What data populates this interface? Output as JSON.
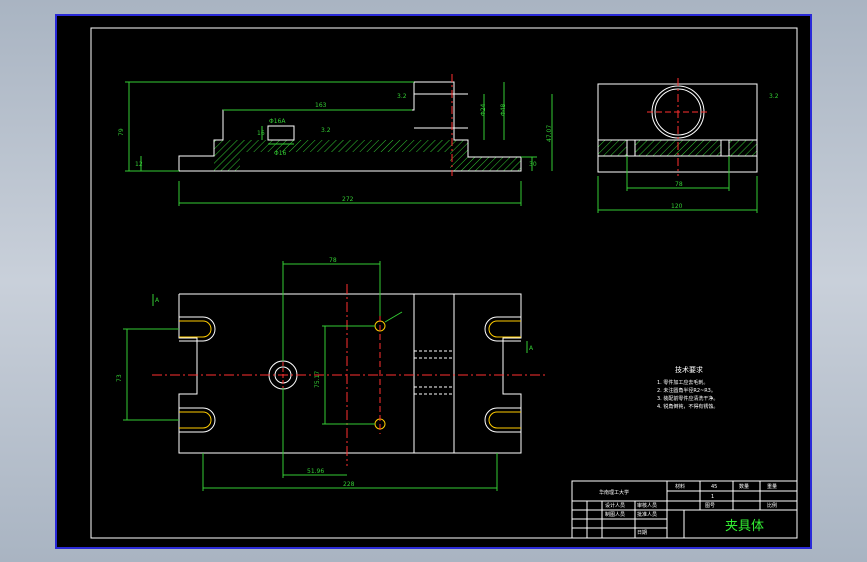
{
  "dims": {
    "top_len": "163",
    "left_h": "79",
    "step_h": "12",
    "pin_dia": "Φ16",
    "pin_tol": "Φ16A",
    "mid_h": "16",
    "bore_a": "Φ24",
    "bore_b": "Φ48",
    "right_h": "47.07",
    "right_base": "30",
    "total_len": "272",
    "side_inner": "78",
    "side_width": "120",
    "plan_top": "78",
    "plan_left": "73",
    "plan_mid": "75.17",
    "plan_pin_off": "51.96",
    "plan_total": "228",
    "section_mark": "A",
    "roughness": "3.2"
  },
  "notes": {
    "title": "技术要求",
    "items": [
      "1. 零件加工应去毛刺。",
      "2. 未注圆角半径R2~R3。",
      "3. 装配前零件应清洗干净。",
      "4. 锐角倒钝，不得有锈蚀。"
    ]
  },
  "titleblock": {
    "school": "华南理工大学",
    "material_label": "材料",
    "material_value": "45",
    "qty_label": "数量",
    "qty_value": "1",
    "weight_label": "重量",
    "scale_label": "比例",
    "drawing_no": "图号",
    "designer": "设计人员",
    "checker": "审核人员",
    "drafter": "制图人员",
    "approver": "批准人员",
    "date": "日期",
    "part_name": "夹具体"
  }
}
